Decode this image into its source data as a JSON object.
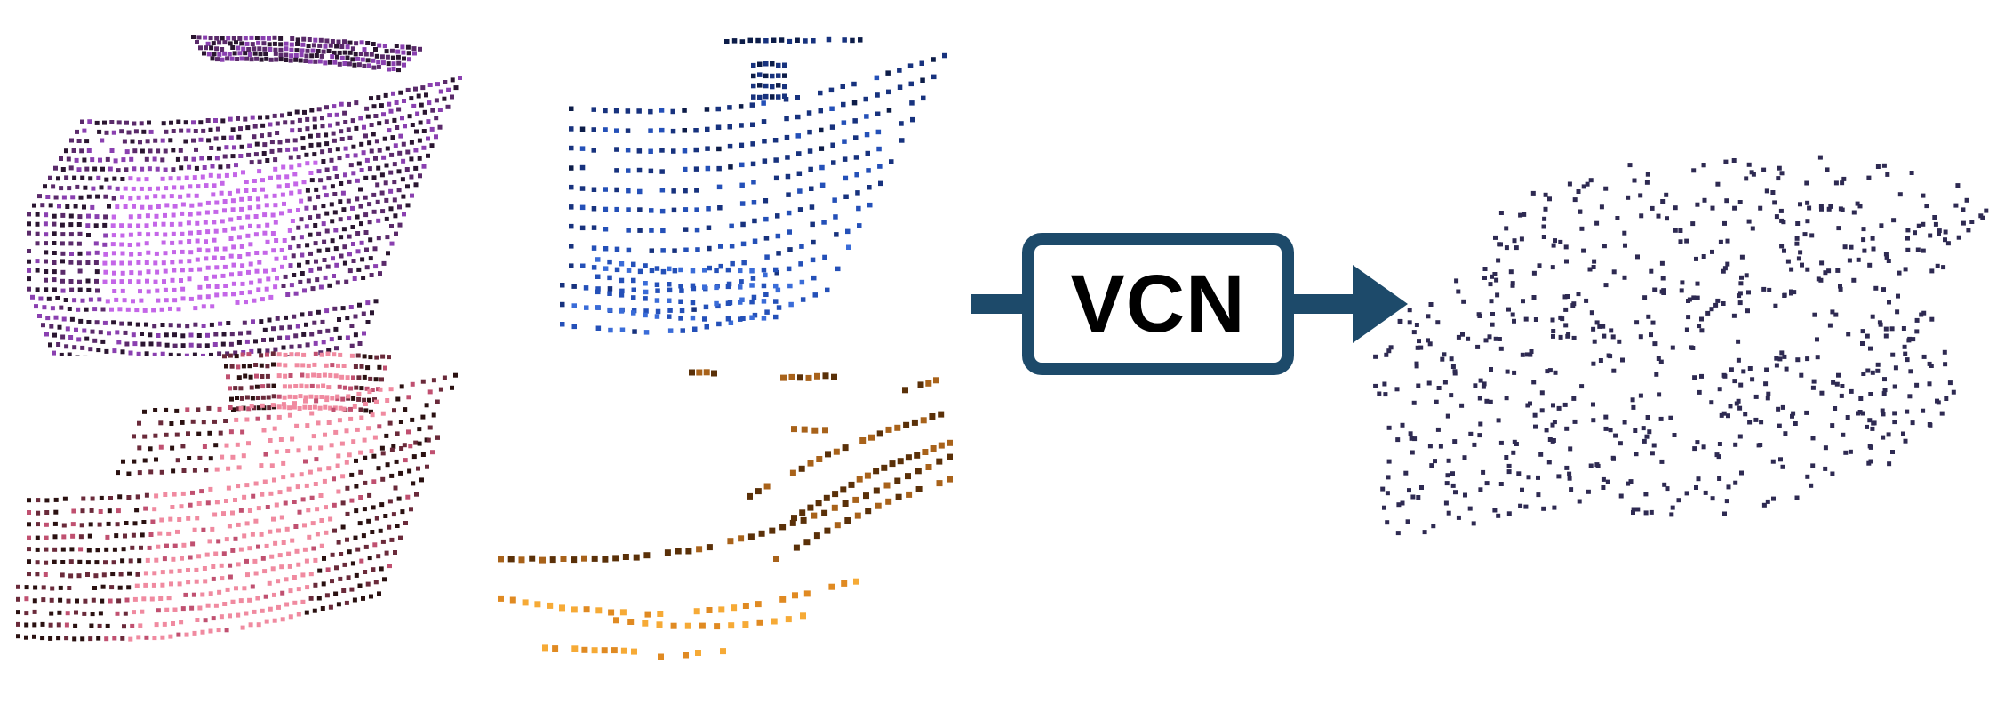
{
  "diagram": {
    "center_label": "VCN",
    "colors": {
      "arrow": "#1d4a6a",
      "output_points": "#2e2a52"
    },
    "input_clouds": [
      {
        "name": "purple-car",
        "colors": [
          "#2a1530",
          "#5a2a6a",
          "#8a40b0",
          "#c466e8"
        ]
      },
      {
        "name": "blue-car",
        "colors": [
          "#0c1c48",
          "#17327e",
          "#2450b8",
          "#3a6cd8"
        ]
      },
      {
        "name": "pink-car",
        "colors": [
          "#2a1010",
          "#6a2a3a",
          "#c05070",
          "#f08aa0"
        ]
      },
      {
        "name": "orange-car",
        "colors": [
          "#5a3008",
          "#a8621a",
          "#e08a22",
          "#f6aa36"
        ]
      }
    ]
  }
}
